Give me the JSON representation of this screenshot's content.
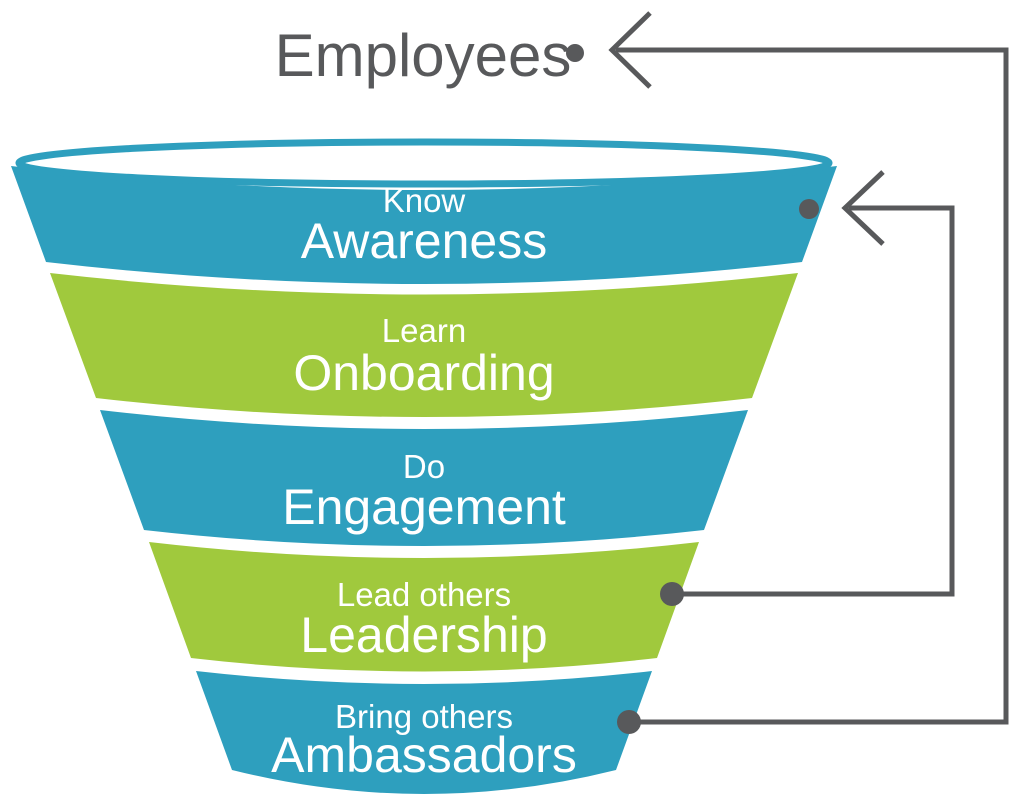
{
  "title": {
    "label": "Employees"
  },
  "funnel": {
    "colors": {
      "blue": "#2E9FBE",
      "green": "#A0C93D",
      "gray": "#58595B",
      "text_on_band": "#FFFFFF"
    },
    "stages": [
      {
        "action": "Know",
        "stage": "Awareness",
        "color": "blue"
      },
      {
        "action": "Learn",
        "stage": "Onboarding",
        "color": "green"
      },
      {
        "action": "Do",
        "stage": "Engagement",
        "color": "blue"
      },
      {
        "action": "Lead others",
        "stage": "Leadership",
        "color": "green"
      },
      {
        "action": "Bring others",
        "stage": "Ambassadors",
        "color": "blue"
      }
    ],
    "feedback_loops": [
      {
        "from": "Leadership",
        "to": "Awareness"
      },
      {
        "from": "Ambassadors",
        "to": "Employees"
      }
    ]
  }
}
